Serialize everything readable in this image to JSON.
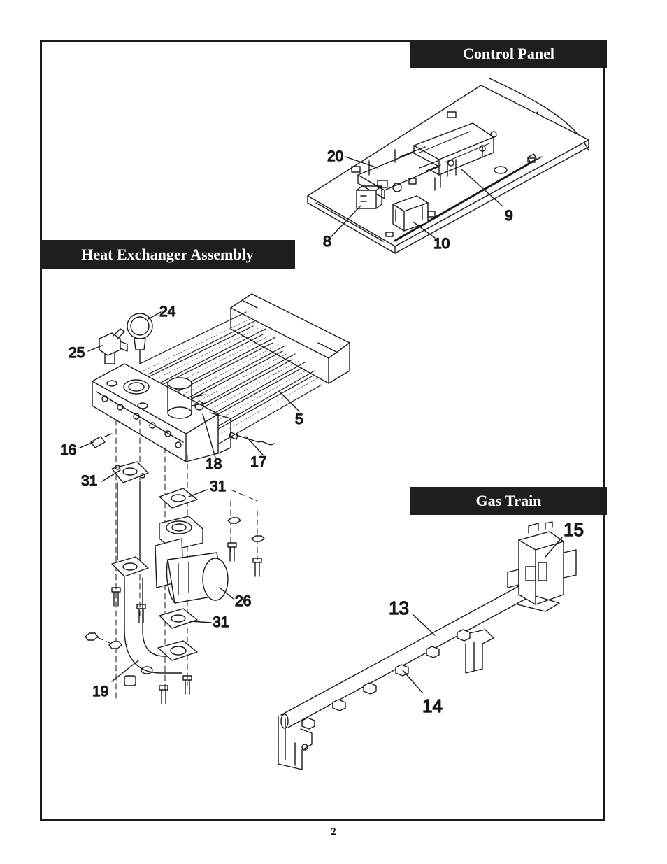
{
  "sections": {
    "control_panel": "Control Panel",
    "heat_exchanger": "Heat Exchanger Assembly",
    "gas_train": "Gas Train"
  },
  "callouts": {
    "c20": "20",
    "c8": "8",
    "c10": "10",
    "c9": "9",
    "c24": "24",
    "c25": "25",
    "c5": "5",
    "c16": "16",
    "c18": "18",
    "c17": "17",
    "c31a": "31",
    "c31b": "31",
    "c26": "26",
    "c31c": "31",
    "c19": "19",
    "c15": "15",
    "c13": "13",
    "c14": "14"
  },
  "page_number": "2"
}
